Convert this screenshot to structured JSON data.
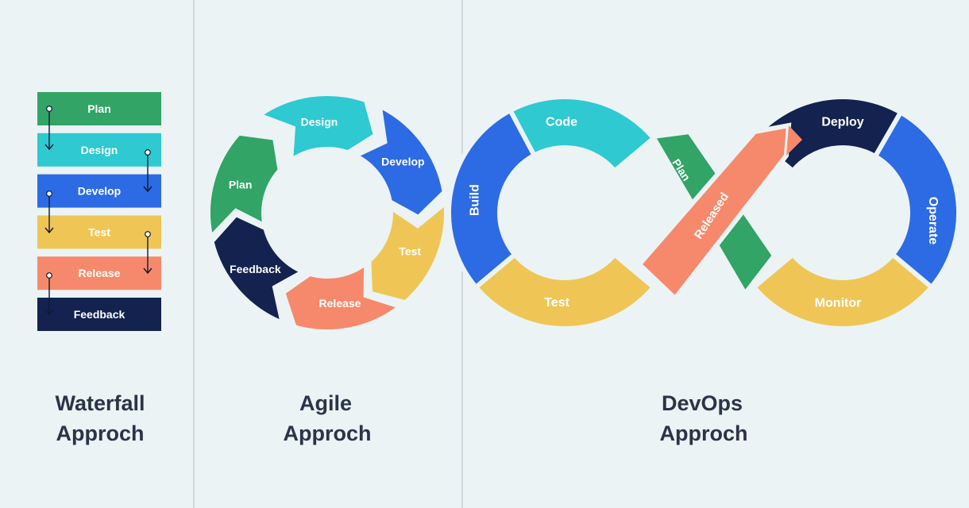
{
  "colors": {
    "background": "#ebf3f5",
    "divider": "#c6d0d5",
    "green": "#31a466",
    "cyan": "#2ec9d1",
    "blue": "#2d6be4",
    "yellow": "#efc655",
    "salmon": "#f6896b",
    "navy": "#13224f",
    "title": "#2b3447"
  },
  "waterfall": {
    "title_line1": "Waterfall",
    "title_line2": "Approch",
    "steps": [
      {
        "label": "Plan",
        "color": "green"
      },
      {
        "label": "Design",
        "color": "cyan"
      },
      {
        "label": "Develop",
        "color": "blue"
      },
      {
        "label": "Test",
        "color": "yellow"
      },
      {
        "label": "Release",
        "color": "salmon"
      },
      {
        "label": "Feedback",
        "color": "navy"
      }
    ]
  },
  "agile": {
    "title_line1": "Agile",
    "title_line2": "Approch",
    "stages": [
      {
        "label": "Design",
        "color": "cyan"
      },
      {
        "label": "Develop",
        "color": "blue"
      },
      {
        "label": "Test",
        "color": "yellow"
      },
      {
        "label": "Release",
        "color": "salmon"
      },
      {
        "label": "Feedback",
        "color": "navy"
      },
      {
        "label": "Plan",
        "color": "green"
      }
    ]
  },
  "devops": {
    "title_line1": "DevOps",
    "title_line2": "Approch",
    "stages": {
      "code": "Code",
      "build": "Build",
      "test": "Test",
      "plan": "Plan",
      "released": "Released",
      "deploy": "Deploy",
      "operate": "Operate",
      "monitor": "Monitor"
    }
  }
}
